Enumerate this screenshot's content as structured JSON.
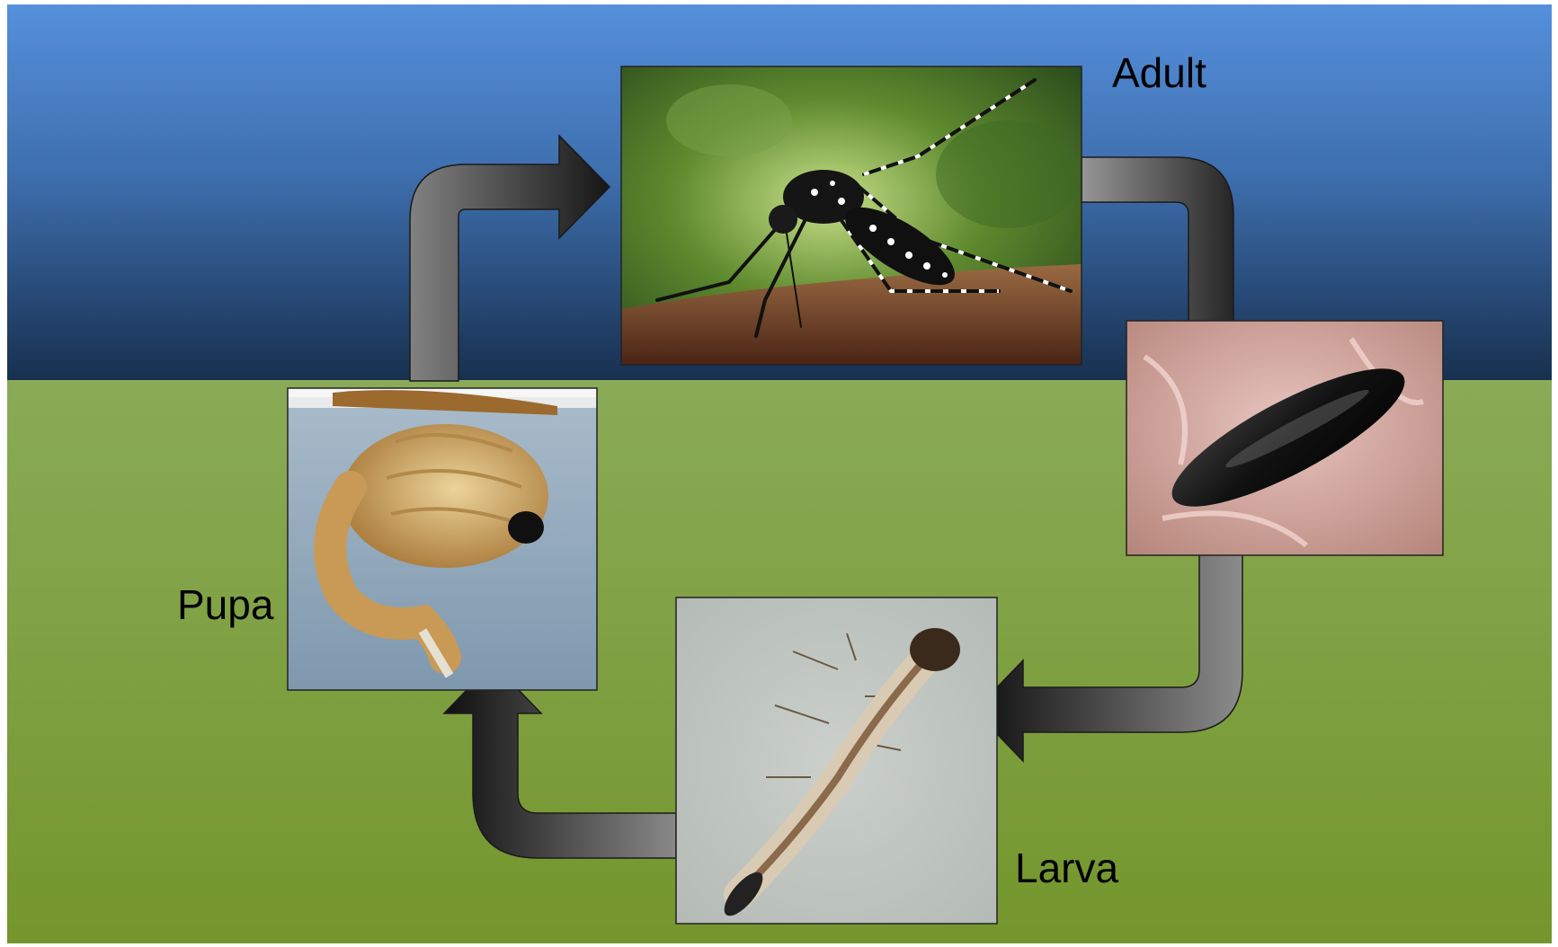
{
  "labels": {
    "adult": "Adult",
    "pupa": "Pupa",
    "larva": "Larva"
  },
  "photos": [
    {
      "name": "adult-mosquito-photo",
      "subject": "adult mosquito"
    },
    {
      "name": "egg-photo",
      "subject": "egg"
    },
    {
      "name": "larva-photo",
      "subject": "larva"
    },
    {
      "name": "pupa-photo",
      "subject": "pupa"
    }
  ],
  "colors": {
    "sky_top": "#5590dc",
    "sky_bottom": "#1a355c",
    "ground_top": "#8aaa55",
    "ground_bottom": "#76982e",
    "arrow_dark": "#111111",
    "arrow_light": "#909090"
  }
}
